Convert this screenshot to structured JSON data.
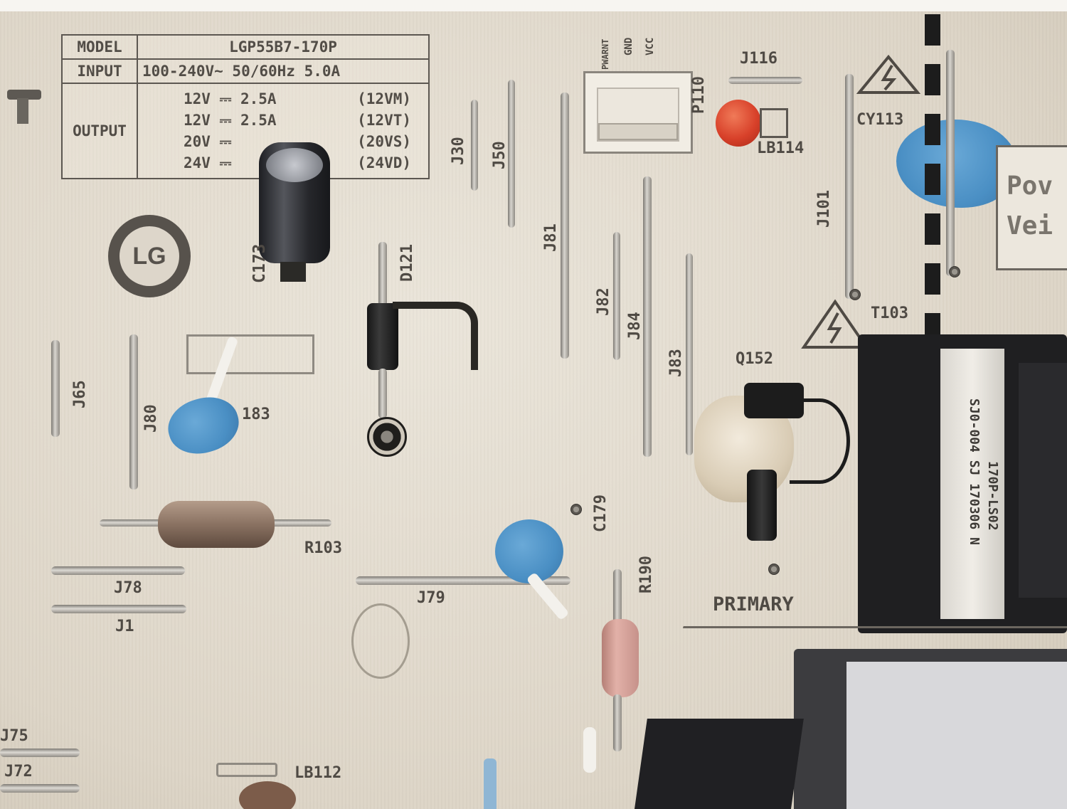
{
  "board": {
    "spec_table": {
      "model_label": "MODEL",
      "model_value": "LGP55B7-170P",
      "input_label": "INPUT",
      "input_value": "100-240V~ 50/60Hz 5.0A",
      "output_label": "OUTPUT",
      "outputs": [
        {
          "voltage": "12V ⎓ 2.5A",
          "rail": "(12VM)"
        },
        {
          "voltage": "12V ⎓ 2.5A",
          "rail": "(12VT)"
        },
        {
          "voltage": "20V ⎓",
          "rail": "(20VS)"
        },
        {
          "voltage": "24V ⎓",
          "rail": "(24VD)"
        }
      ]
    },
    "logo_text": "LG",
    "connector_pins": [
      "PWARNT",
      "GND",
      "VCC"
    ],
    "primary_label": "PRIMARY",
    "transformer_marking": [
      "SJ0-004 SJ 170306 N",
      "170P-LS02"
    ],
    "side_box_text": [
      "Pov",
      "Vei"
    ],
    "labels": {
      "j116": "J116",
      "p110": "P110",
      "j30": "J30",
      "j50": "J50",
      "lb114": "LB114",
      "cy113": "CY113",
      "j101": "J101",
      "j81": "J81",
      "c173": "C173",
      "d121": "D121",
      "j82": "J82",
      "j84": "J84",
      "j83": "J83",
      "t103": "T103",
      "q152": "Q152",
      "j65": "J65",
      "j80": "J80",
      "c183": "183",
      "c179": "C179",
      "r103": "R103",
      "r190": "R190",
      "j78": "J78",
      "j79": "J79",
      "j1": "J1",
      "j75": "J75",
      "j72": "J72",
      "lb112": "LB112"
    },
    "colors": {
      "board": "#e4ddd0",
      "silkscreen": "#4f4a44",
      "ceramic_capacitor": "#4a8fc4",
      "led_red": "#d8412a",
      "electrolytic_body": "#2a2b2f",
      "resistor_brown": "#8a7262",
      "resistor_pink": "#d9a39a",
      "transformer_core": "#1f1f21"
    }
  }
}
